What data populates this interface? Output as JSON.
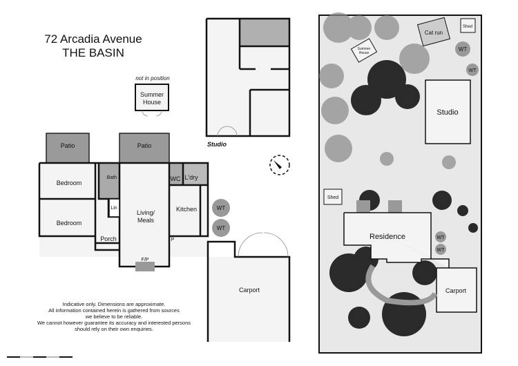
{
  "title": {
    "line1": "72 Arcadia Avenue",
    "line2": "THE BASIN"
  },
  "summer_house": {
    "note": "not in position",
    "label_1": "Summer",
    "label_2": "House"
  },
  "studio": {
    "label": "Studio"
  },
  "house_rooms": {
    "patio_left": "Patio",
    "patio_right": "Patio",
    "bedroom_1": "Bedroom",
    "bedroom_2": "Bedroom",
    "bath": "Bath",
    "lin": "Lin",
    "porch": "Porch",
    "living_1": "Living/",
    "living_2": "Meals",
    "fp": "F/P",
    "wc": "WC",
    "laundry": "L'dry",
    "kitchen": "Kitchen",
    "pantry": "P",
    "wt_1": "WT",
    "wt_2": "WT",
    "carport": "Carport"
  },
  "site_plan": {
    "shed_top": "Shed",
    "cat_run": "Cat run",
    "summer_house_1": "Summer",
    "summer_house_2": "House",
    "wt_a": "WT",
    "wt_b": "WT",
    "studio": "Studio",
    "shed_left": "Shed",
    "residence": "Residence",
    "wt_c": "WT",
    "wt_d": "WT",
    "carport": "Carport"
  },
  "disclaimer": [
    "Indicative only. Dimensions are approximate.",
    "All information contained herein is gathered from sources",
    "we believe to be reliable.",
    "We cannot however guarantee its accuracy and interested persons",
    "should rely on their own enquiries."
  ],
  "colors": {
    "wall": "#111111",
    "patio": "#9a9a9a",
    "tree": "#2a2a2a",
    "lawn": "#e8e8e8"
  }
}
